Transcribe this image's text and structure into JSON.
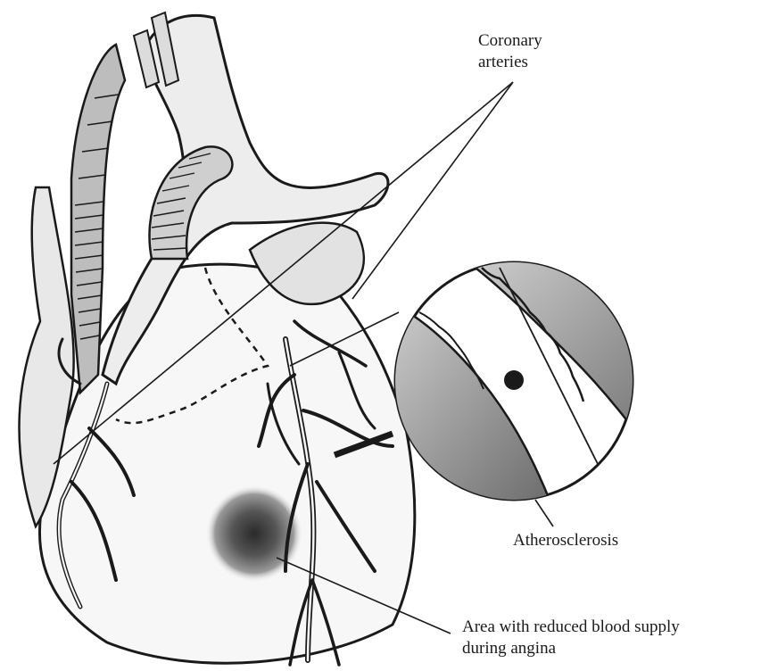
{
  "labels": {
    "coronary_arteries": [
      "Coronary",
      "arteries"
    ],
    "atherosclerosis": "Atherosclerosis",
    "reduced_supply": [
      "Area with reduced blood supply",
      "during angina"
    ]
  },
  "colors": {
    "ink": "#1a1a1a",
    "shade": "#8a8a8a",
    "background": "#ffffff",
    "ischemic_area": "#555555"
  }
}
